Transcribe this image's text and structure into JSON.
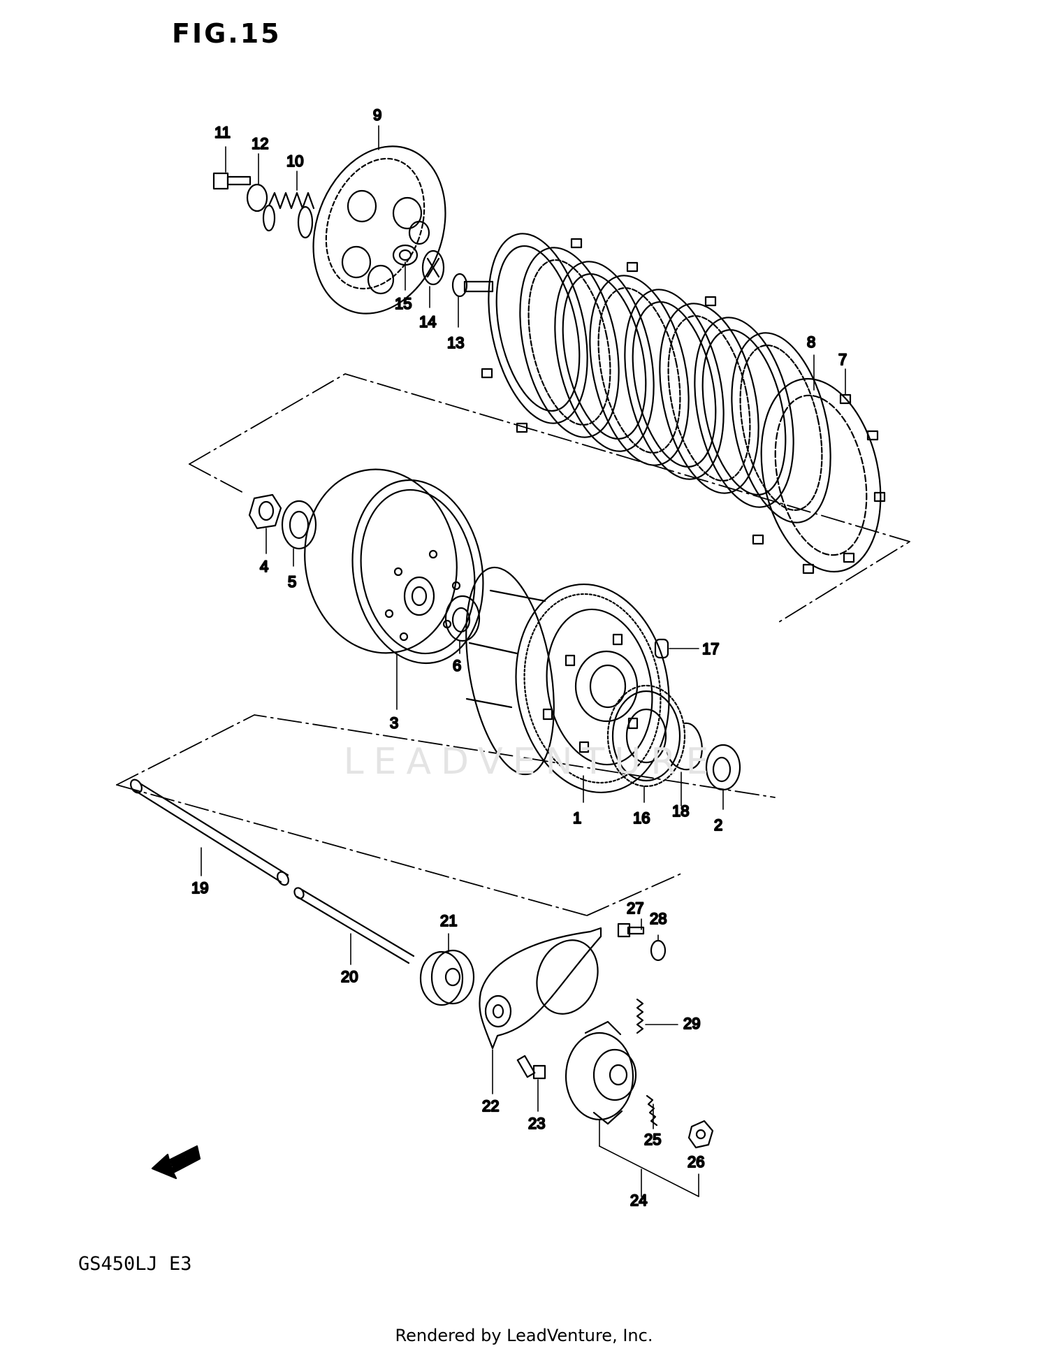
{
  "figure": {
    "title": "FIG.15",
    "model": "GS450LJ  E3",
    "watermark": "LEADVENTURE",
    "fwd_label": "FWD",
    "footer": "Rendered by LeadVenture, Inc."
  },
  "callouts": [
    {
      "id": "p1",
      "label": "1"
    },
    {
      "id": "p2",
      "label": "2"
    },
    {
      "id": "p3",
      "label": "3"
    },
    {
      "id": "p4",
      "label": "4"
    },
    {
      "id": "p5",
      "label": "5"
    },
    {
      "id": "p6",
      "label": "6"
    },
    {
      "id": "p7",
      "label": "7"
    },
    {
      "id": "p8",
      "label": "8"
    },
    {
      "id": "p9",
      "label": "9"
    },
    {
      "id": "p10",
      "label": "10"
    },
    {
      "id": "p11",
      "label": "11"
    },
    {
      "id": "p12",
      "label": "12"
    },
    {
      "id": "p13",
      "label": "13"
    },
    {
      "id": "p14",
      "label": "14"
    },
    {
      "id": "p15",
      "label": "15"
    },
    {
      "id": "p16",
      "label": "16"
    },
    {
      "id": "p17",
      "label": "17"
    },
    {
      "id": "p18",
      "label": "18"
    },
    {
      "id": "p19",
      "label": "19"
    },
    {
      "id": "p20",
      "label": "20"
    },
    {
      "id": "p21",
      "label": "21"
    },
    {
      "id": "p22",
      "label": "22"
    },
    {
      "id": "p23",
      "label": "23"
    },
    {
      "id": "p24",
      "label": "24"
    },
    {
      "id": "p25",
      "label": "25"
    },
    {
      "id": "p26",
      "label": "26"
    },
    {
      "id": "p27",
      "label": "27"
    },
    {
      "id": "p28",
      "label": "28"
    },
    {
      "id": "p29",
      "label": "29"
    }
  ]
}
